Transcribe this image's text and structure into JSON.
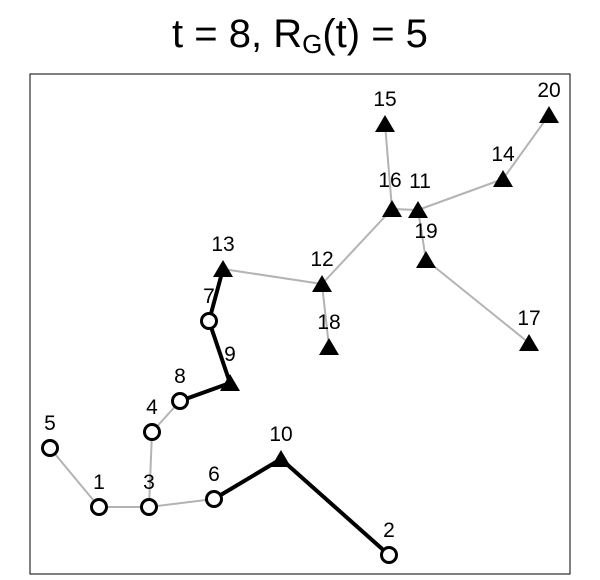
{
  "title": {
    "prefix": "t = 8, R",
    "sub": "G",
    "suffix": "(t) = 5"
  },
  "colors": {
    "edge_gray": "#b3b3b3",
    "edge_black": "#000000",
    "node": "#000000",
    "background": "#ffffff"
  },
  "nodes": [
    {
      "id": "1",
      "shape": "circle"
    },
    {
      "id": "2",
      "shape": "circle"
    },
    {
      "id": "3",
      "shape": "circle"
    },
    {
      "id": "4",
      "shape": "circle"
    },
    {
      "id": "5",
      "shape": "circle"
    },
    {
      "id": "6",
      "shape": "circle"
    },
    {
      "id": "7",
      "shape": "circle"
    },
    {
      "id": "8",
      "shape": "circle"
    },
    {
      "id": "9",
      "shape": "triangle"
    },
    {
      "id": "10",
      "shape": "triangle"
    },
    {
      "id": "11",
      "shape": "triangle"
    },
    {
      "id": "12",
      "shape": "triangle"
    },
    {
      "id": "13",
      "shape": "triangle"
    },
    {
      "id": "14",
      "shape": "triangle"
    },
    {
      "id": "15",
      "shape": "triangle"
    },
    {
      "id": "16",
      "shape": "triangle"
    },
    {
      "id": "17",
      "shape": "triangle"
    },
    {
      "id": "18",
      "shape": "triangle"
    },
    {
      "id": "19",
      "shape": "triangle"
    },
    {
      "id": "20",
      "shape": "triangle"
    }
  ],
  "edges": [
    {
      "from": "5",
      "to": "1",
      "style": "gray"
    },
    {
      "from": "1",
      "to": "3",
      "style": "gray"
    },
    {
      "from": "3",
      "to": "6",
      "style": "gray"
    },
    {
      "from": "3",
      "to": "4",
      "style": "gray"
    },
    {
      "from": "4",
      "to": "8",
      "style": "gray"
    },
    {
      "from": "13",
      "to": "12",
      "style": "gray"
    },
    {
      "from": "12",
      "to": "18",
      "style": "gray"
    },
    {
      "from": "12",
      "to": "16",
      "style": "gray"
    },
    {
      "from": "16",
      "to": "15",
      "style": "gray"
    },
    {
      "from": "16",
      "to": "11",
      "style": "gray"
    },
    {
      "from": "11",
      "to": "14",
      "style": "gray"
    },
    {
      "from": "14",
      "to": "20",
      "style": "gray"
    },
    {
      "from": "11",
      "to": "19",
      "style": "gray"
    },
    {
      "from": "19",
      "to": "17",
      "style": "gray"
    },
    {
      "from": "6",
      "to": "10",
      "style": "black"
    },
    {
      "from": "10",
      "to": "2",
      "style": "black"
    },
    {
      "from": "8",
      "to": "9",
      "style": "black"
    },
    {
      "from": "9",
      "to": "7",
      "style": "black"
    },
    {
      "from": "7",
      "to": "13",
      "style": "black"
    }
  ]
}
